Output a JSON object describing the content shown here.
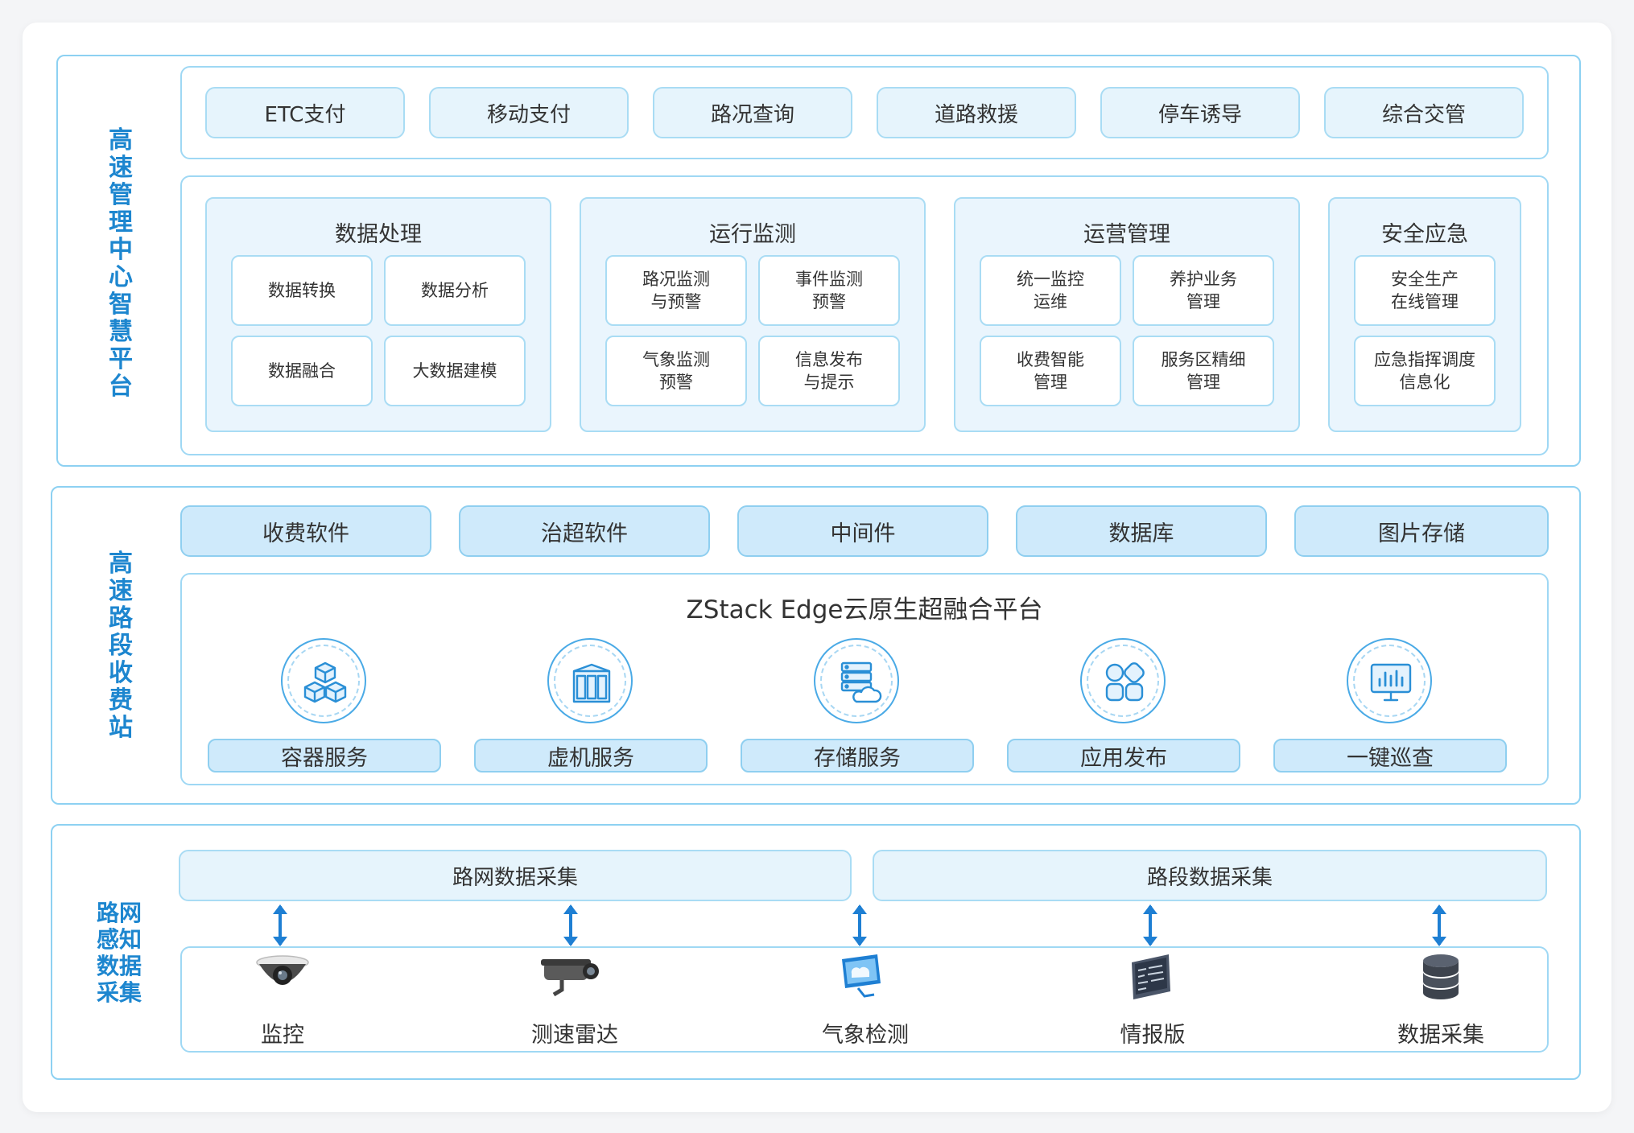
{
  "colors": {
    "accent": "#1d86cf",
    "border": "#8dd1f2",
    "pill_bg": "#e6f4fc",
    "pill_strong_bg": "#cfeafb",
    "group_bg": "#eaf5fd"
  },
  "layer1": {
    "label": "高速管理中心智慧平台",
    "apps": [
      "ETC支付",
      "移动支付",
      "路况查询",
      "道路救援",
      "停车诱导",
      "综合交管"
    ],
    "groups": [
      {
        "title": "数据处理",
        "items": [
          "数据转换",
          "数据分析",
          "数据融合",
          "大数据建模"
        ]
      },
      {
        "title": "运行监测",
        "items": [
          "路况监测\n与预警",
          "事件监测\n预警",
          "气象监测\n预警",
          "信息发布\n与提示"
        ]
      },
      {
        "title": "运营管理",
        "items": [
          "统一监控\n运维",
          "养护业务\n管理",
          "收费智能\n管理",
          "服务区精细\n管理"
        ]
      },
      {
        "title": "安全应急",
        "items": [
          "安全生产\n在线管理",
          "应急指挥调度\n信息化"
        ]
      }
    ]
  },
  "layer2": {
    "label": "高速路段收费站",
    "software": [
      "收费软件",
      "治超软件",
      "中间件",
      "数据库",
      "图片存储"
    ],
    "platform_title": "ZStack Edge云原生超融合平台",
    "services": [
      {
        "label": "容器服务",
        "icon": "cubes-icon"
      },
      {
        "label": "虚机服务",
        "icon": "server-rack-icon"
      },
      {
        "label": "存储服务",
        "icon": "cloud-storage-icon"
      },
      {
        "label": "应用发布",
        "icon": "app-grid-icon"
      },
      {
        "label": "一键巡查",
        "icon": "monitor-chart-icon"
      }
    ]
  },
  "layer3": {
    "label": "路网感知数据采集",
    "collect": [
      "路网数据采集",
      "路段数据采集"
    ],
    "devices": [
      {
        "label": "监控",
        "icon": "dome-camera-icon"
      },
      {
        "label": "测速雷达",
        "icon": "bullet-camera-icon"
      },
      {
        "label": "气象检测",
        "icon": "weather-monitor-icon"
      },
      {
        "label": "情报版",
        "icon": "info-board-icon"
      },
      {
        "label": "数据采集",
        "icon": "database-icon"
      }
    ]
  }
}
